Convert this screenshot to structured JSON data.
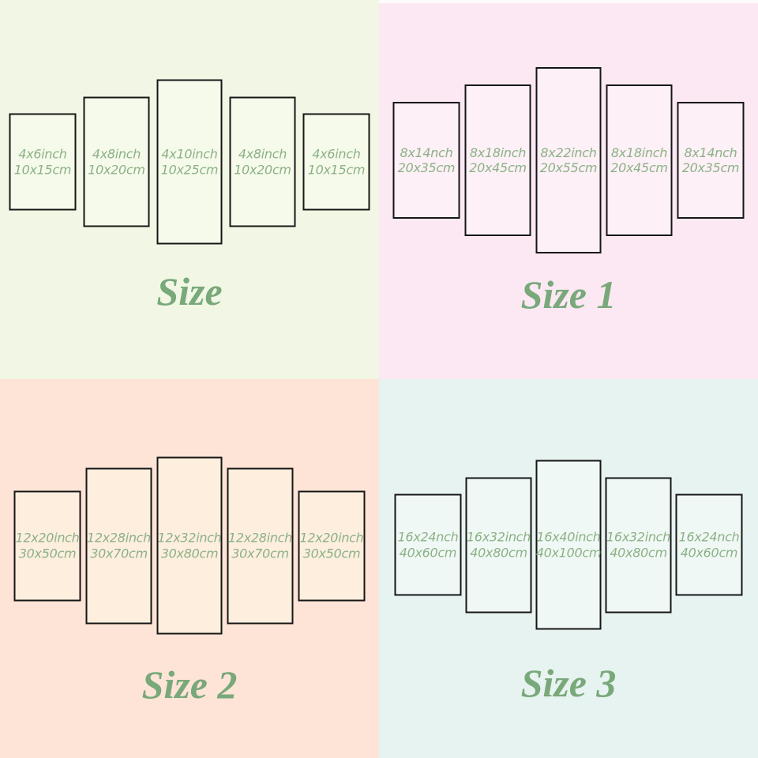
{
  "colors": {
    "label_text": "#8bb185",
    "title_text": "#79a87a",
    "panel_border": "#161616",
    "background_size": "#f1f7e4",
    "background_size_1": "#fbe8f3",
    "background_size_2": "#fee4d7",
    "background_size_3": "#e7f3f0",
    "panel_fill_size": "#f6faeb",
    "panel_fill_size_1": "#fdf0f7",
    "panel_fill_size_2": "#fdeede",
    "panel_fill_size_3": "#f0f8f5"
  },
  "quadrants": [
    {
      "title": "Size",
      "panels": [
        {
          "inch": "4x6inch",
          "cm": "10x15cm"
        },
        {
          "inch": "4x8inch",
          "cm": "10x20cm"
        },
        {
          "inch": "4x10inch",
          "cm": "10x25cm"
        },
        {
          "inch": "4x8inch",
          "cm": "10x20cm"
        },
        {
          "inch": "4x6inch",
          "cm": "10x15cm"
        }
      ]
    },
    {
      "title": "Size 1",
      "panels": [
        {
          "inch": "8x14nch",
          "cm": "20x35cm"
        },
        {
          "inch": "8x18inch",
          "cm": "20x45cm"
        },
        {
          "inch": "8x22inch",
          "cm": "20x55cm"
        },
        {
          "inch": "8x18inch",
          "cm": "20x45cm"
        },
        {
          "inch": "8x14nch",
          "cm": "20x35cm"
        }
      ]
    },
    {
      "title": "Size 2",
      "panels": [
        {
          "inch": "12x20inch",
          "cm": "30x50cm"
        },
        {
          "inch": "12x28inch",
          "cm": "30x70cm"
        },
        {
          "inch": "12x32inch",
          "cm": "30x80cm"
        },
        {
          "inch": "12x28inch",
          "cm": "30x70cm"
        },
        {
          "inch": "12x20inch",
          "cm": "30x50cm"
        }
      ]
    },
    {
      "title": "Size 3",
      "panels": [
        {
          "inch": "16x24nch",
          "cm": "40x60cm"
        },
        {
          "inch": "16x32inch",
          "cm": "40x80cm"
        },
        {
          "inch": "16x40inch",
          "cm": "40x100cm"
        },
        {
          "inch": "16x32inch",
          "cm": "40x80cm"
        },
        {
          "inch": "16x24nch",
          "cm": "40x60cm"
        }
      ]
    }
  ]
}
